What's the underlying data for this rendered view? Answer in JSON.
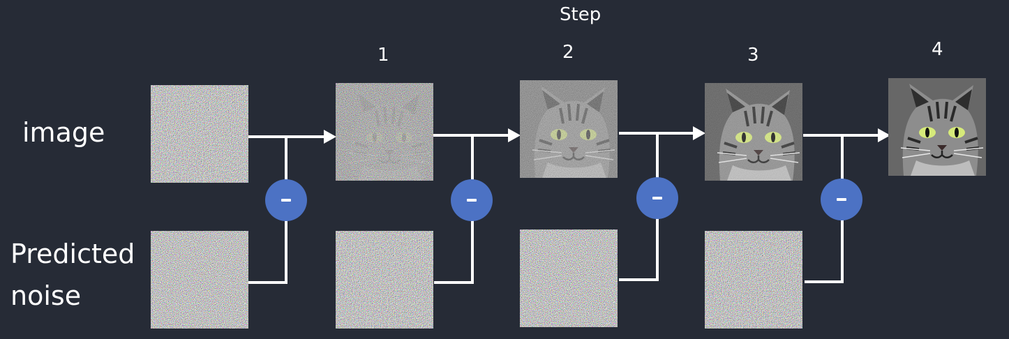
{
  "header": {
    "title": "Step"
  },
  "steps": [
    {
      "label": "1"
    },
    {
      "label": "2"
    },
    {
      "label": "3"
    },
    {
      "label": "4"
    }
  ],
  "rows": {
    "image": {
      "label": "image"
    },
    "noise": {
      "label_line1": "Predicted",
      "label_line2": "noise"
    }
  },
  "colors": {
    "background": "#262b36",
    "arrow": "#ffffff",
    "operator": "#4c72c4",
    "text": "#ffffff"
  },
  "operator": {
    "symbol": "-",
    "meaning": "subtract"
  },
  "tiles": {
    "image_row": [
      "noise",
      "mostly-noise-cat",
      "half-noise-cat",
      "light-noise-cat",
      "clean-cat"
    ],
    "noise_row": [
      "noise",
      "noise",
      "noise",
      "noise"
    ]
  },
  "icons": [
    "noise-tile-icon",
    "cat-image-icon",
    "minus-icon",
    "arrow-right-icon"
  ]
}
